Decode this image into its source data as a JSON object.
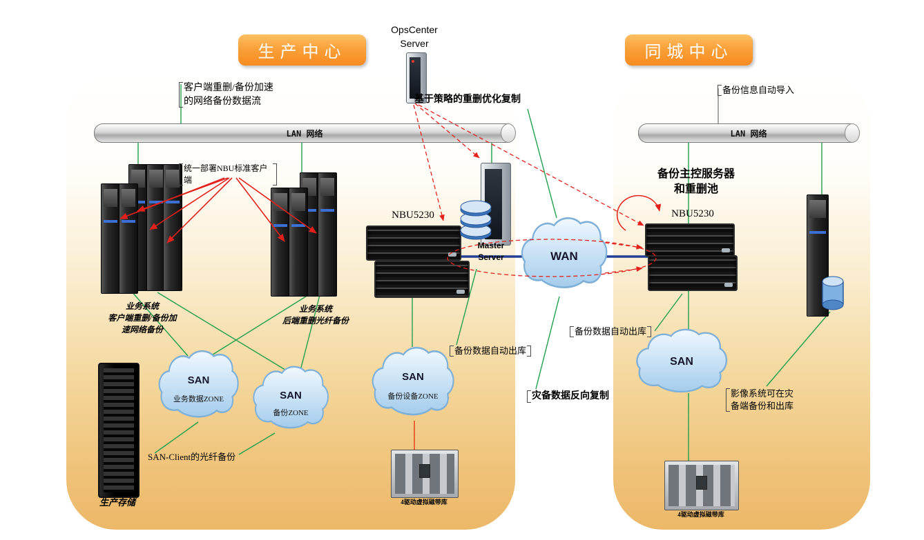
{
  "banners": {
    "left": "生产中心",
    "right": "同城中心"
  },
  "pipes": {
    "left": "LAN 网络",
    "right": "LAN 网络"
  },
  "clouds": {
    "san1": {
      "title": "SAN",
      "sub": "业务数据ZONE"
    },
    "san2": {
      "title": "SAN",
      "sub": "备份ZONE"
    },
    "san3": {
      "title": "SAN",
      "sub": "备份设备ZONE"
    },
    "wan": {
      "title": "WAN"
    },
    "san_right": {
      "title": "SAN"
    }
  },
  "devices": {
    "opscenter": "OpsCenter\nServer",
    "master": "Master\nServer",
    "nbu_left": "NBU5230",
    "nbu_right": "NBU5230",
    "prod_storage": "生产存储",
    "tape_left": "4驱动虚拟磁带库",
    "tape_right": "4驱动虚拟磁带库"
  },
  "labels": {
    "client_dedup_flow": "客户端重删/备份加速\n的网络备份数据流",
    "nbu_client_deploy": "统一部署NBU标准客户端",
    "policy_dedup_replication": "基于策略的重删优化复制",
    "biz_system_left": "业务系统\n客户端重删/备份加\n速网络备份",
    "biz_system_mid": "业务系统\n后端重删光纤备份",
    "auto_export_left": "备份数据自动出库",
    "reverse_replication": "灾备数据反向复制",
    "san_client_fiber": "SAN-Client的光纤备份",
    "backup_info_import": "备份信息自动导入",
    "backup_master_server": "备份主控服务器\n和重删池",
    "auto_export_right": "备份数据自动出库",
    "image_system": "影像系统可在灾\n备端备份和出库"
  }
}
